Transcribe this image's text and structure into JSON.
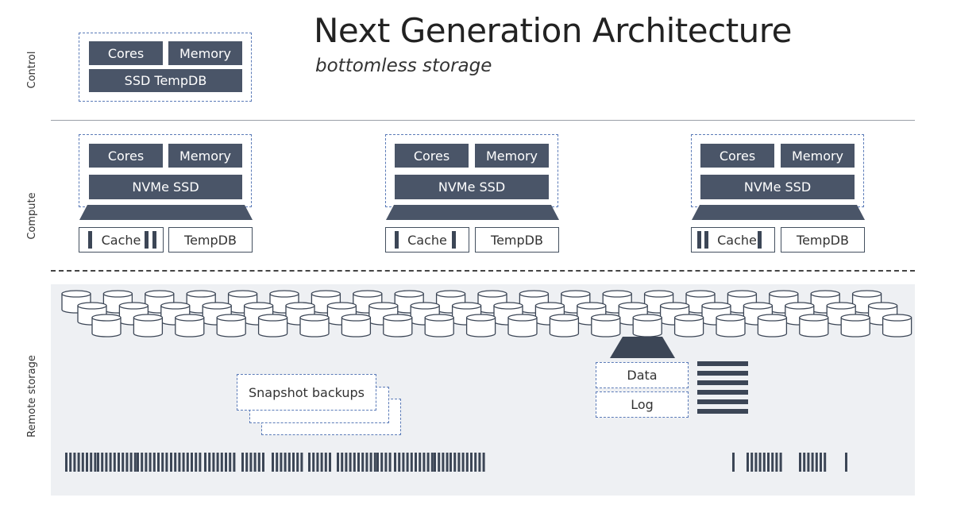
{
  "slide": {
    "title": "Next Generation Architecture",
    "subtitle": "bottomless storage"
  },
  "tiers": {
    "control": "Control",
    "compute": "Compute",
    "remote_storage": "Remote storage"
  },
  "control_node": {
    "cores": "Cores",
    "memory": "Memory",
    "ssd": "SSD TempDB"
  },
  "compute_nodes": [
    {
      "cores": "Cores",
      "memory": "Memory",
      "ssd": "NVMe SSD",
      "cache": "Cache",
      "tempdb": "TempDB"
    },
    {
      "cores": "Cores",
      "memory": "Memory",
      "ssd": "NVMe SSD",
      "cache": "Cache",
      "tempdb": "TempDB"
    },
    {
      "cores": "Cores",
      "memory": "Memory",
      "ssd": "NVMe SSD",
      "cache": "Cache",
      "tempdb": "TempDB"
    }
  ],
  "remote_storage": {
    "snapshot": "Snapshot backups",
    "data": "Data",
    "log": "Log"
  },
  "colors": {
    "block": "#4a5568",
    "dashed_border": "#5b7bb8",
    "storage_bg": "#eef0f3"
  }
}
